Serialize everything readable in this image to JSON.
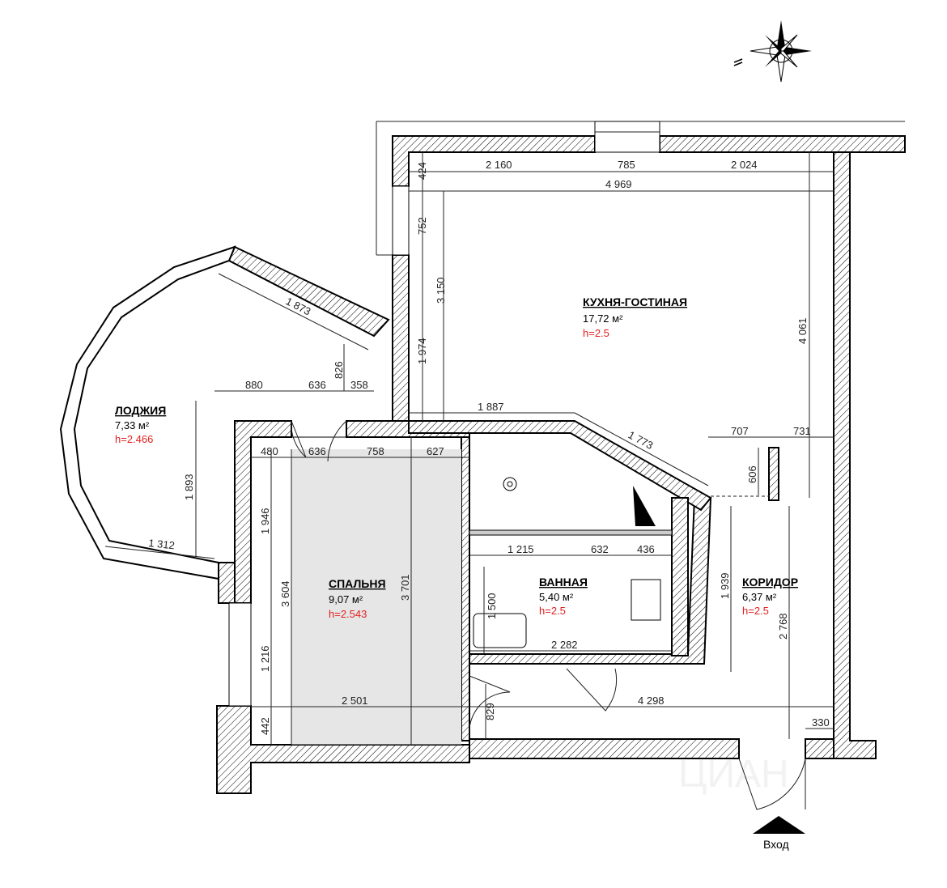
{
  "rooms": {
    "kitchen": {
      "name": "КУХНЯ-ГОСТИНАЯ",
      "area": "17,72 м²",
      "height": "h=2.5"
    },
    "loggia": {
      "name": "ЛОДЖИЯ",
      "area": "7,33 м²",
      "height": "h=2.466"
    },
    "bedroom": {
      "name": "СПАЛЬНЯ",
      "area": "9,07 м²",
      "height": "h=2.543"
    },
    "bath": {
      "name": "ВАННАЯ",
      "area": "5,40 м²",
      "height": "h=2.5"
    },
    "corridor": {
      "name": "КОРИДОР",
      "area": "6,37 м²",
      "height": "h=2.5"
    }
  },
  "dims": {
    "k_top_1": "2 160",
    "k_top_2": "785",
    "k_top_3": "2 024",
    "k_424": "424",
    "k_width": "4 969",
    "k_752": "752",
    "k_3150": "3 150",
    "k_1974": "1 974",
    "k_4061": "4 061",
    "k_1887": "1 887",
    "k_1773": "1 773",
    "k_707": "707",
    "k_731": "731",
    "k_606": "606",
    "l_1873": "1 873",
    "l_826": "826",
    "l_880": "880",
    "l_636": "636",
    "l_358": "358",
    "l_1893": "1 893",
    "l_1312": "1 312",
    "b_480": "480",
    "b_636": "636",
    "b_758": "758",
    "b_627": "627",
    "b_1946": "1 946",
    "b_3604": "3 604",
    "b_3701": "3 701",
    "b_1216": "1 216",
    "b_2501": "2 501",
    "b_442": "442",
    "w_1215": "1 215",
    "w_632": "632",
    "w_436": "436",
    "w_1500": "1 500",
    "w_2282": "2 282",
    "c_1939": "1 939",
    "c_2768": "2 768",
    "c_4298": "4 298",
    "c_829": "829",
    "c_330": "330"
  },
  "entrance_label": "Вход",
  "watermark": "ЦИАН",
  "colors": {
    "wall_hatch": "#000000",
    "bedroom_fill": "#e6e6e6",
    "height_text": "#e32020"
  }
}
